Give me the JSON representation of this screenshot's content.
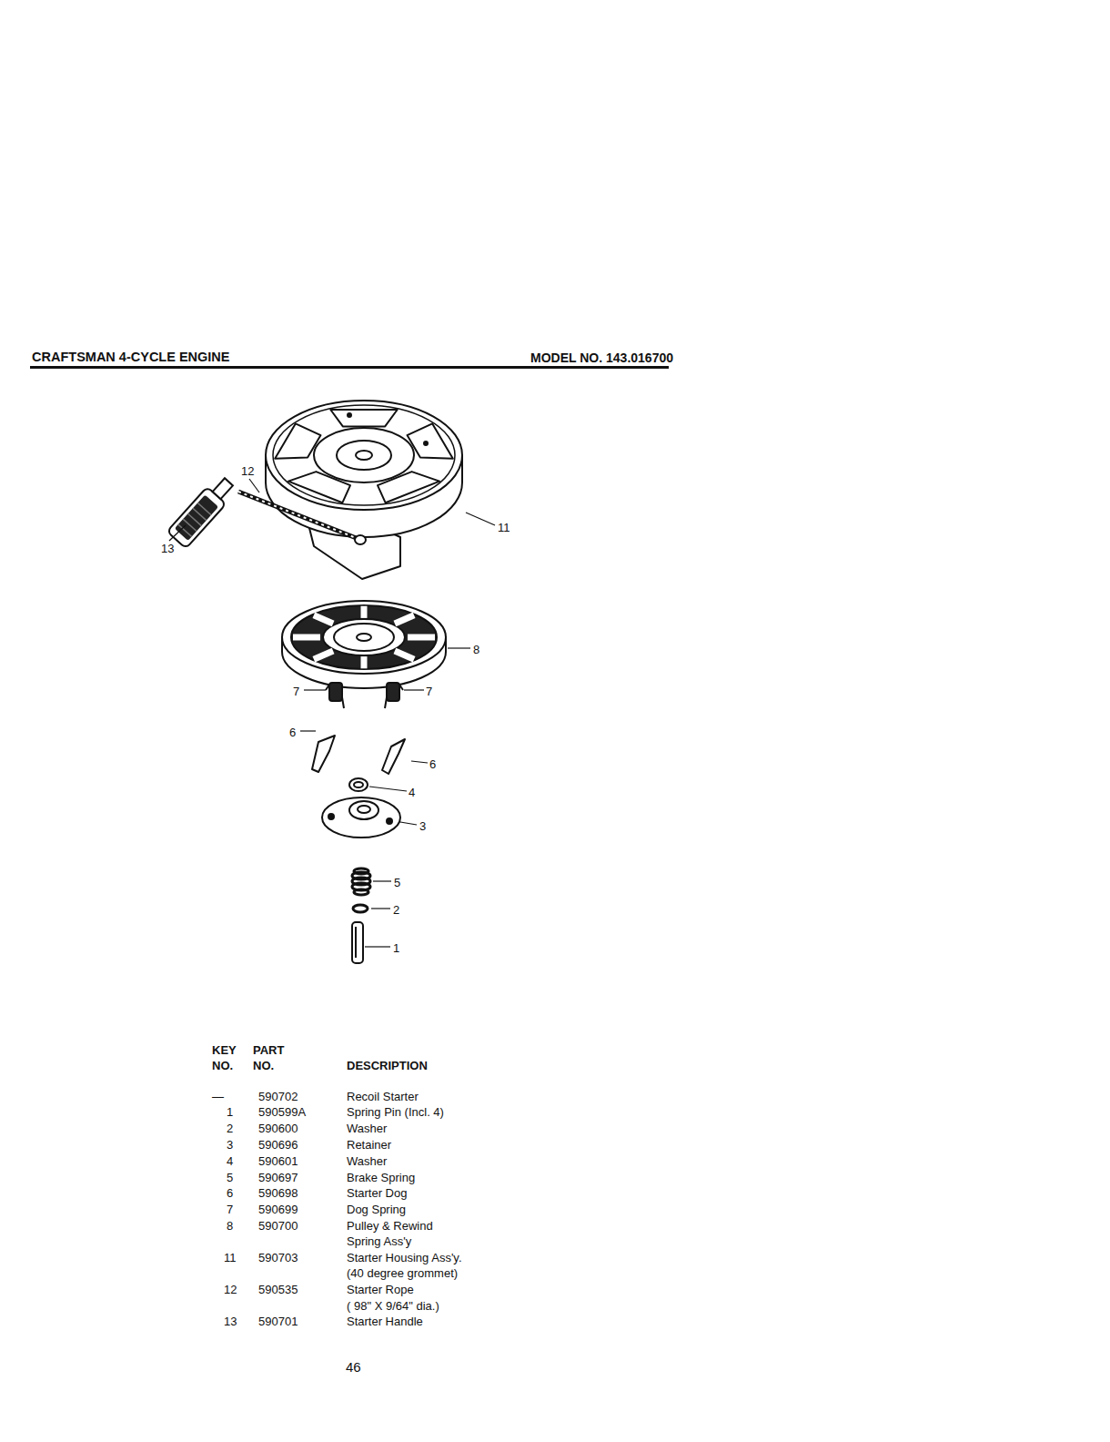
{
  "diagram": {
    "title": "CRAFTSMAN 4-CYCLE ENGINE",
    "labels": [
      "MODEL NO. 143.016700",
      "12",
      "13",
      "11",
      "8",
      "7",
      "7",
      "6",
      "6",
      "4",
      "3",
      "5",
      "2",
      "1",
      "KEY NO.",
      "PART NO.",
      "DESCRIPTION",
      "—",
      "590702",
      "Recoil Starter",
      "1",
      "590599A",
      "Spring Pin (Incl. 4)",
      "2",
      "590600",
      "Washer",
      "3",
      "590696",
      "Retainer",
      "4",
      "590601",
      "Washer",
      "5",
      "590697",
      "Brake Spring",
      "6",
      "590698",
      "Starter Dog",
      "7",
      "590699",
      "Dog Spring",
      "8",
      "590700",
      "Pulley & Rewind Spring Ass'y",
      "11",
      "590703",
      "Starter Housing Ass'y.",
      "(40 degree grommet)",
      "12",
      "590535",
      "Starter Rope",
      "( 98\" X 9/64\" dia.)",
      "13",
      "590701",
      "Starter Handle",
      "46"
    ]
  }
}
